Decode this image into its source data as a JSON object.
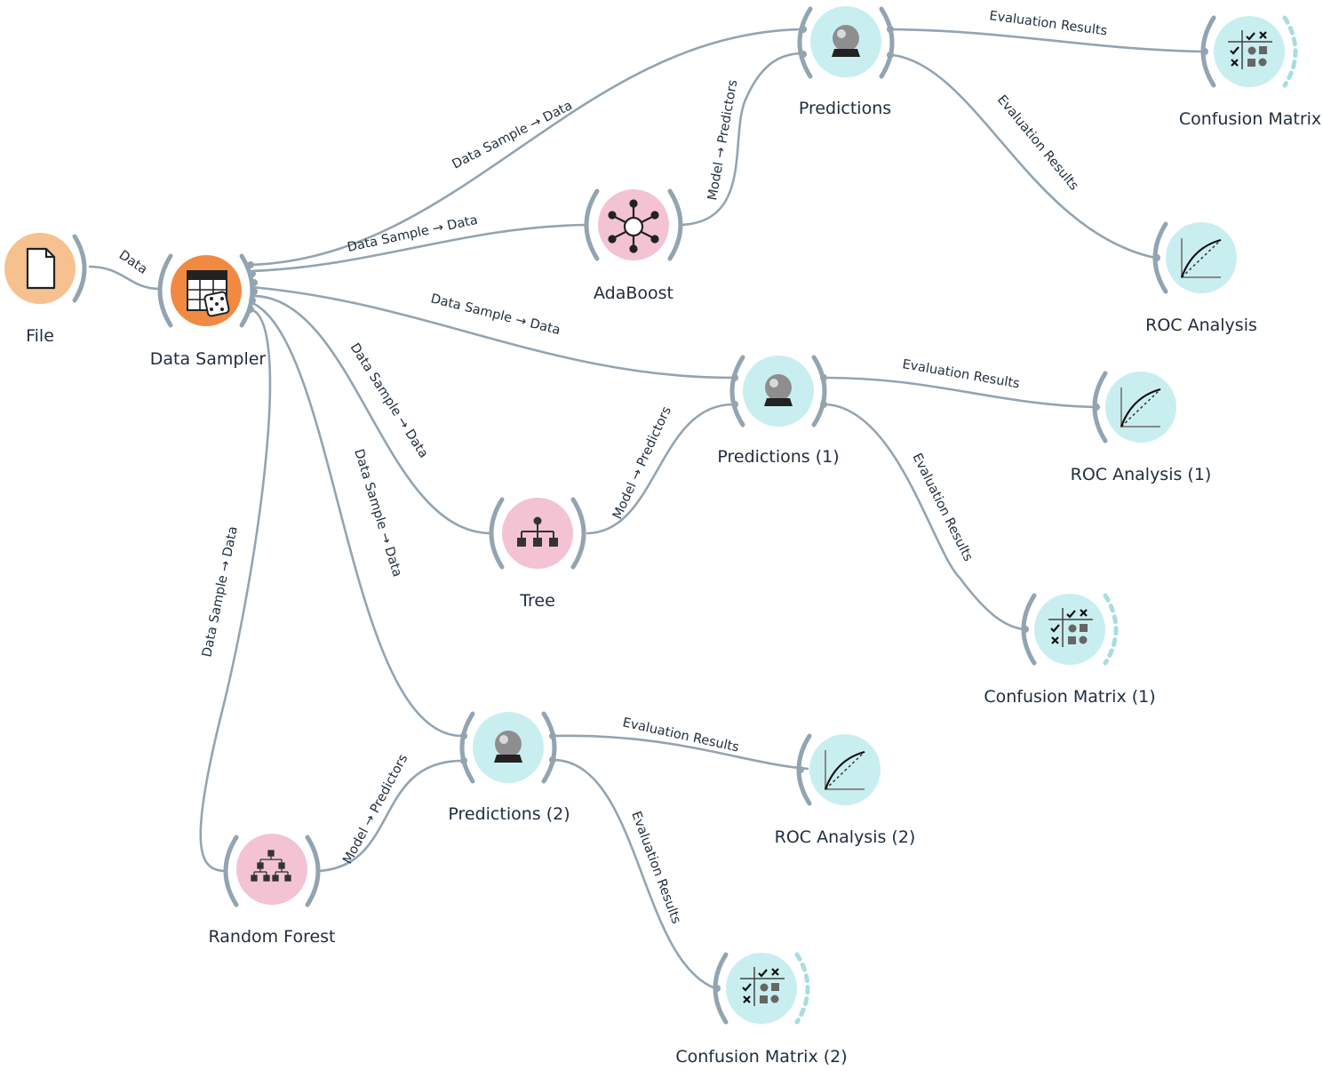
{
  "canvas": {
    "background": "#ffffff"
  },
  "colors": {
    "data_orange": "#f6c08f",
    "data_sampler_orange": "#f08a42",
    "model_pink": "#f3c3d3",
    "evaluate_teal": "#c9eef0",
    "link_gray": "#93a4b1",
    "text": "#1f2d3d"
  },
  "nodes": [
    {
      "id": "file",
      "label": "File",
      "icon": "file-icon"
    },
    {
      "id": "data-sampler",
      "label": "Data Sampler",
      "icon": "data-sampler-icon"
    },
    {
      "id": "adaboost",
      "label": "AdaBoost",
      "icon": "adaboost-icon"
    },
    {
      "id": "tree",
      "label": "Tree",
      "icon": "tree-icon"
    },
    {
      "id": "random-forest",
      "label": "Random Forest",
      "icon": "random-forest-icon"
    },
    {
      "id": "predictions",
      "label": "Predictions",
      "icon": "predictions-icon"
    },
    {
      "id": "predictions-1",
      "label": "Predictions (1)",
      "icon": "predictions-icon"
    },
    {
      "id": "predictions-2",
      "label": "Predictions (2)",
      "icon": "predictions-icon"
    },
    {
      "id": "confusion-matrix",
      "label": "Confusion Matrix",
      "icon": "confusion-matrix-icon"
    },
    {
      "id": "confusion-matrix-1",
      "label": "Confusion Matrix (1)",
      "icon": "confusion-matrix-icon"
    },
    {
      "id": "confusion-matrix-2",
      "label": "Confusion Matrix (2)",
      "icon": "confusion-matrix-icon"
    },
    {
      "id": "roc-analysis",
      "label": "ROC Analysis",
      "icon": "roc-analysis-icon"
    },
    {
      "id": "roc-analysis-1",
      "label": "ROC Analysis (1)",
      "icon": "roc-analysis-icon"
    },
    {
      "id": "roc-analysis-2",
      "label": "ROC Analysis (2)",
      "icon": "roc-analysis-icon"
    }
  ],
  "links": [
    {
      "from": "file",
      "to": "data-sampler",
      "label": "Data"
    },
    {
      "from": "data-sampler",
      "to": "predictions",
      "label": "Data Sample → Data"
    },
    {
      "from": "data-sampler",
      "to": "adaboost",
      "label": "Data Sample → Data"
    },
    {
      "from": "data-sampler",
      "to": "predictions-1",
      "label": "Data Sample → Data"
    },
    {
      "from": "data-sampler",
      "to": "tree",
      "label": "Data Sample → Data"
    },
    {
      "from": "data-sampler",
      "to": "predictions-2",
      "label": "Data Sample → Data"
    },
    {
      "from": "data-sampler",
      "to": "random-forest",
      "label": "Data Sample → Data"
    },
    {
      "from": "adaboost",
      "to": "predictions",
      "label": "Model → Predictors"
    },
    {
      "from": "tree",
      "to": "predictions-1",
      "label": "Model → Predictors"
    },
    {
      "from": "random-forest",
      "to": "predictions-2",
      "label": "Model → Predictors"
    },
    {
      "from": "predictions",
      "to": "confusion-matrix",
      "label": "Evaluation Results"
    },
    {
      "from": "predictions",
      "to": "roc-analysis",
      "label": "Evaluation Results"
    },
    {
      "from": "predictions-1",
      "to": "roc-analysis-1",
      "label": "Evaluation Results"
    },
    {
      "from": "predictions-1",
      "to": "confusion-matrix-1",
      "label": "Evaluation Results"
    },
    {
      "from": "predictions-2",
      "to": "roc-analysis-2",
      "label": "Evaluation Results"
    },
    {
      "from": "predictions-2",
      "to": "confusion-matrix-2",
      "label": "Evaluation Results"
    }
  ]
}
